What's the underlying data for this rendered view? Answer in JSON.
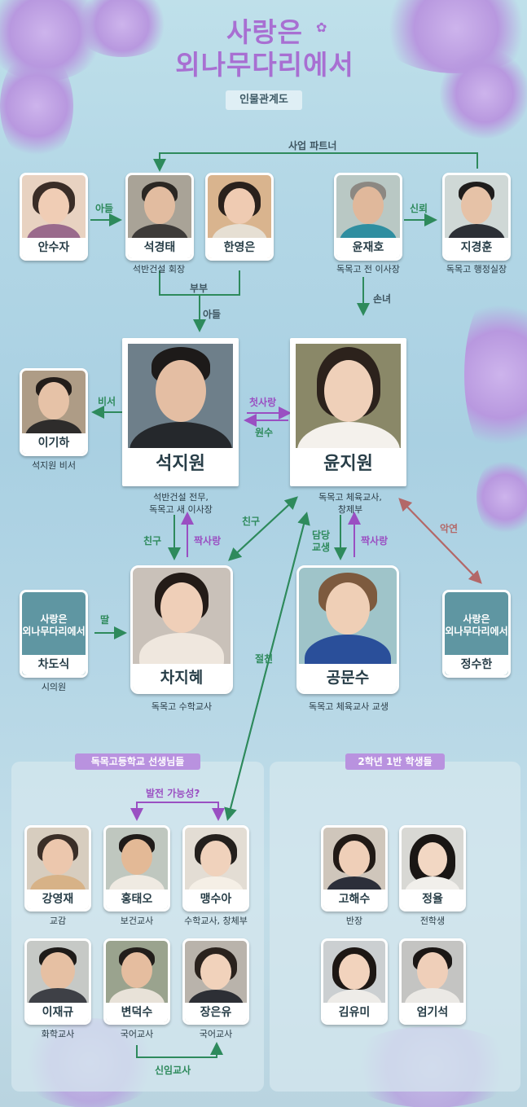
{
  "header": {
    "title": "사랑은\n외나무다리에서",
    "subtitle": "인물관계도"
  },
  "characters": {
    "an_suja": {
      "name": "안수자",
      "caption": ""
    },
    "seok_gyeongtae": {
      "name": "석경태",
      "caption": "석반건설 회장"
    },
    "han_yeongeun": {
      "name": "한영은",
      "caption": ""
    },
    "yun_jaeho": {
      "name": "윤재호",
      "caption": "독목고 전 이사장"
    },
    "ji_gyeonghun": {
      "name": "지경훈",
      "caption": "독목고 행정실장"
    },
    "lee_giha": {
      "name": "이기하",
      "caption": "석지원 비서"
    },
    "seok_jiwon": {
      "name": "석지원",
      "caption": "석반건설 전무,\n독목고 새 이사장"
    },
    "yun_jiwon": {
      "name": "윤지원",
      "caption": "독목고 체육교사,\n창제부"
    },
    "cha_dosik": {
      "name": "차도식",
      "caption": "시의원"
    },
    "cha_jihye": {
      "name": "차지혜",
      "caption": "독목고 수학교사"
    },
    "gong_munsu": {
      "name": "공문수",
      "caption": "독목고 체육교사 교생"
    },
    "jeong_suhan": {
      "name": "정수한",
      "caption": ""
    }
  },
  "logo_text": "사랑은\n외나무다리에서",
  "relations": {
    "business_partner": "사업 파트너",
    "son_left": "아들",
    "trust": "신뢰",
    "spouses": "부부",
    "son_bottom": "아들",
    "granddaughter": "손녀",
    "secretary": "비서",
    "first_love": "첫사랑",
    "enemy": "원수",
    "friend_a": "친구",
    "crush_a": "짝사랑",
    "friend_b": "친구",
    "in_charge": "담당\n교생",
    "crush_b": "짝사랑",
    "bad_blood": "악연",
    "daughter": "딸",
    "best_friend": "절친",
    "potential": "발전 가능성?",
    "new_teacher": "신임교사"
  },
  "teachers_panel": {
    "tag": "독목고등학교 선생님들",
    "members": [
      {
        "name": "강영재",
        "caption": "교감"
      },
      {
        "name": "홍태오",
        "caption": "보건교사"
      },
      {
        "name": "맹수아",
        "caption": "수학교사, 창체부"
      },
      {
        "name": "이재규",
        "caption": "화학교사"
      },
      {
        "name": "변덕수",
        "caption": "국어교사"
      },
      {
        "name": "장은유",
        "caption": "국어교사"
      }
    ]
  },
  "students_panel": {
    "tag": "2학년 1반 학생들",
    "members": [
      {
        "name": "고해수",
        "caption": "반장"
      },
      {
        "name": "정율",
        "caption": "전학생"
      },
      {
        "name": "김유미",
        "caption": ""
      },
      {
        "name": "엄기석",
        "caption": ""
      }
    ]
  },
  "colors": {
    "green": "#2e8a5c",
    "purple": "#9a4fc2",
    "rose": "#b36868",
    "dark": "#3e5560",
    "accent": "#b992df"
  }
}
